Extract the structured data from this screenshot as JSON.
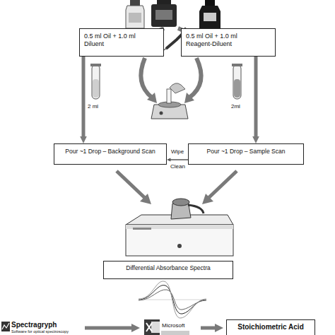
{
  "diagram": {
    "nodes": [
      {
        "text": [
          "0.5 ml Oil + 1.0 ml Diluent"
        ]
      },
      {
        "text": [
          "0.5 ml Oil + 1.0 ml Reagent-Diluent"
        ]
      },
      {
        "text": [
          "Pour ~1 Drop – Background Scan"
        ]
      },
      {
        "text": [
          "Pour ~1 Drop – Sample Scan"
        ]
      },
      {
        "text": [
          "Differential Absorbance Spectra"
        ]
      },
      {
        "text": [
          "Stoichiometric Acid"
        ]
      }
    ],
    "edges": [
      {
        "from": 0,
        "to": 2,
        "arrow": "to"
      },
      {
        "from": 1,
        "to": 3,
        "arrow": "to"
      },
      {
        "from": 3,
        "to": 2,
        "arrow": "to"
      }
    ],
    "labels": [
      "2 ml",
      "2ml",
      "Wipe",
      "Clean",
      "Spectragryph",
      "Software for optical spectroscopy",
      "Microsoft"
    ]
  }
}
